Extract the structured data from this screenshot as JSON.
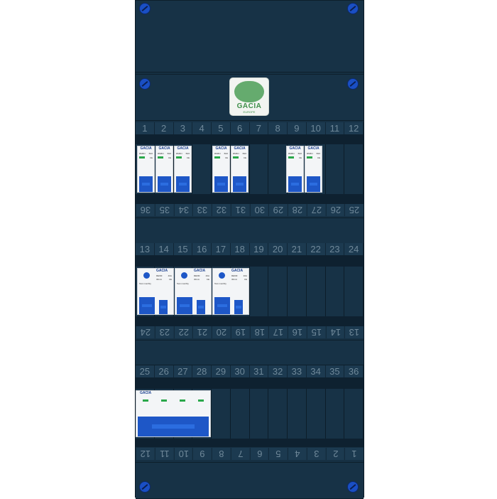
{
  "brand": {
    "name": "GACIA",
    "tagline": "EUROPE"
  },
  "mcb": {
    "brand": "GACIA",
    "model": "RM6N",
    "rating": "B16",
    "mark": "CE"
  },
  "rcd": {
    "brand": "GACIA",
    "model": "RE6M",
    "rating": "40A",
    "current": "30mA",
    "test_label": "Test monthly",
    "mark": "CE"
  },
  "main_switch": {
    "brand": "GACIA"
  },
  "rows": {
    "row1_top": [
      "1",
      "2",
      "3",
      "4",
      "5",
      "6",
      "7",
      "8",
      "9",
      "10",
      "11",
      "12"
    ],
    "row1_bottom": [
      "36",
      "35",
      "34",
      "33",
      "32",
      "31",
      "30",
      "29",
      "28",
      "27",
      "26",
      "25"
    ],
    "row2_top": [
      "13",
      "14",
      "15",
      "16",
      "17",
      "18",
      "19",
      "20",
      "21",
      "22",
      "23",
      "24"
    ],
    "row2_bottom": [
      "24",
      "23",
      "22",
      "21",
      "20",
      "19",
      "18",
      "17",
      "16",
      "15",
      "14",
      "13"
    ],
    "row3_top": [
      "25",
      "26",
      "27",
      "28",
      "29",
      "30",
      "31",
      "32",
      "33",
      "34",
      "35",
      "36"
    ],
    "row3_bottom": [
      "12",
      "11",
      "10",
      "9",
      "8",
      "7",
      "6",
      "5",
      "4",
      "3",
      "2",
      "1"
    ]
  },
  "colors": {
    "panel": "#163043",
    "breaker_blue": "#1e57c7",
    "module_face": "#f3f5f7"
  }
}
